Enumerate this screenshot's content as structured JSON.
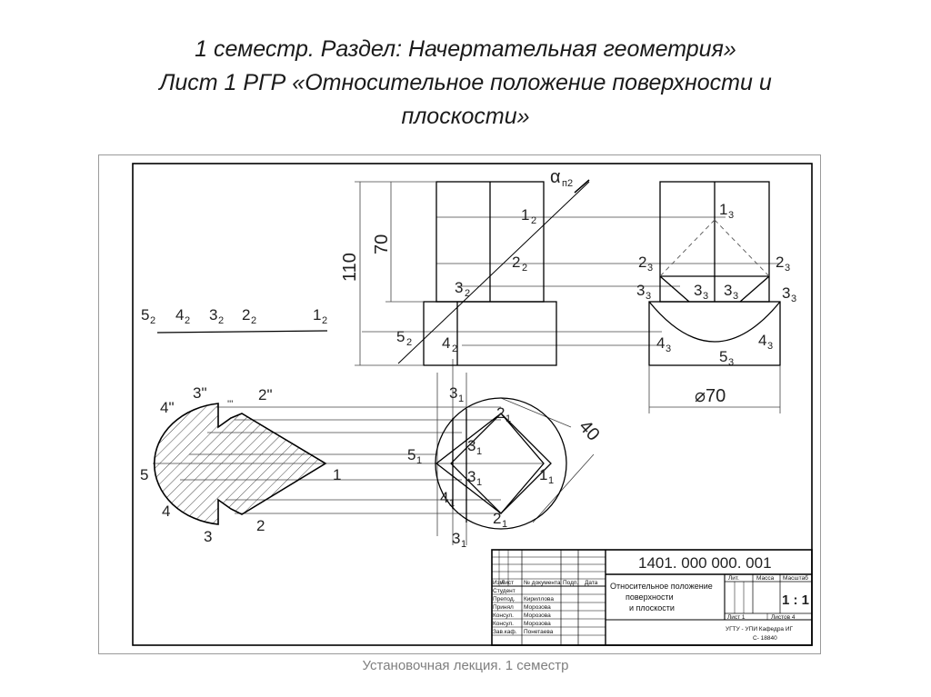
{
  "title": {
    "line1": "1 семестр. Раздел: Начертательная геометрия»",
    "line2": "Лист 1 РГР «Относительное положение поверхности и",
    "line3": "плоскости»"
  },
  "footer": "Установочная лекция. 1 семестр",
  "drawing": {
    "plane_label": "α",
    "plane_sub": "п2",
    "dims": {
      "d110": "110",
      "d70": "70",
      "d40": "40",
      "d_diam": "⌀70"
    },
    "labels": {
      "p1_2": "1",
      "p1_2s": "2",
      "p2_2": "2",
      "p2_2s": "2",
      "p3_2": "3",
      "p3_2s": "2",
      "p4_2": "4",
      "p4_2s": "2",
      "p5_2": "5",
      "p5_2s": "2",
      "l5": "5",
      "l5s": "2",
      "l4": "4",
      "l4s": "2",
      "l3": "3",
      "l3s": "2",
      "l2": "2",
      "l2s": "2",
      "l1": "1",
      "l1s": "2",
      "p1_3": "1",
      "p1_3s": "3",
      "p2_3a": "2",
      "p2_3as": "3",
      "p2_3b": "2",
      "p2_3bs": "3",
      "p3_3a": "3",
      "p3_3as": "3",
      "p3_3b": "3",
      "p3_3bs": "3",
      "p3_3c": "3",
      "p3_3cs": "3",
      "p3_3d": "3",
      "p3_3ds": "3",
      "p4_3a": "4",
      "p4_3as": "3",
      "p4_3b": "4",
      "p4_3bs": "3",
      "p5_3": "5",
      "p5_3s": "3",
      "t3_1": "3",
      "t3_1s": "1",
      "t2_1": "2",
      "t2_1s": "1",
      "t1_1": "1",
      "t1_1s": "1",
      "t5_1": "5",
      "t5_1s": "1",
      "t4_1": "4",
      "t4_1s": "1",
      "b2_1": "2",
      "b2_1s": "1",
      "b3_1": "3",
      "b3_1s": "1",
      "i3a": "3",
      "i3as": "1",
      "i3b": "3",
      "i3bs": "1",
      "n4": "4\"",
      "n3": "3\"",
      "n3b": "'''",
      "n2": "2\"",
      "n5": "5",
      "n1": "1",
      "n4b": "4",
      "n3c": "3",
      "n2b": "2"
    }
  },
  "stamp": {
    "code": "1401. 000 000. 001",
    "name_l1": "Относительное положение",
    "name_l2": "поверхности",
    "name_l3": "и плоскости",
    "h_lit": "Лит.",
    "h_mass": "Масса",
    "h_scale": "Масштаб",
    "scale": "1 : 1",
    "sheet": "Лист 1",
    "sheets": "Листов 4",
    "org1": "УГТУ - УПИ Кафедра ИГ",
    "org2": "С- 18840",
    "cols": [
      "Изм",
      "Лист",
      "№ документа",
      "Подп.",
      "Дата"
    ],
    "roles": [
      "Студент",
      "Препод.",
      "Принял",
      "Консул.",
      "Консул.",
      "Зав.каф."
    ],
    "people": [
      "",
      "Кириллова",
      "Морозова",
      "Морозова",
      "Морозова",
      "Понетаева"
    ]
  }
}
